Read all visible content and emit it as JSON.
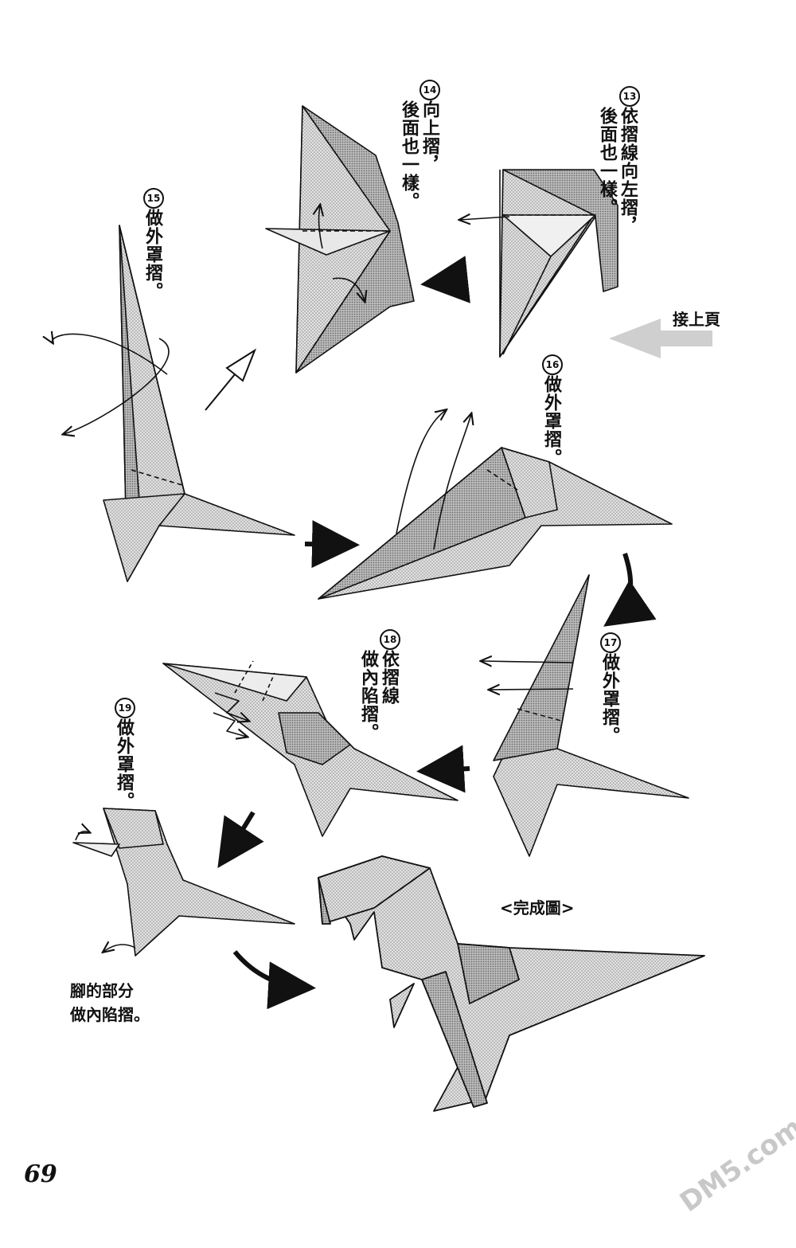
{
  "steps": [
    {
      "num": "13",
      "text_col1": "依摺線向左摺，",
      "text_col2": "後面也一樣。"
    },
    {
      "num": "14",
      "text_col1": "向上摺，",
      "text_col2": "後面也一樣。"
    },
    {
      "num": "15",
      "text_col1": "做外罩摺。"
    },
    {
      "num": "16",
      "text_col1": "做外罩摺。"
    },
    {
      "num": "17",
      "text_col1": "做外罩摺。"
    },
    {
      "num": "18",
      "text_col1": "依摺線",
      "text_col2": "做內陷摺。"
    },
    {
      "num": "19",
      "text_col1": "做外罩摺。"
    }
  ],
  "continue_label": "接上頁",
  "finished_label": "<完成圖>",
  "foot_note": {
    "line1": "腳的部分",
    "line2": "做內陷摺。"
  },
  "page_number": "69",
  "watermark": "DM5.com",
  "colors": {
    "paper_fill": "#d4d4d4",
    "dark_fill": "#9a9a9a",
    "line": "#111111"
  }
}
